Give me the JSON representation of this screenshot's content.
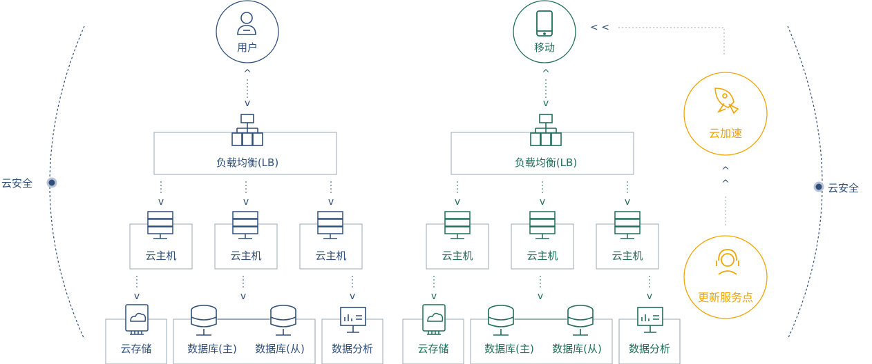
{
  "colors": {
    "blue": "#2f4f7a",
    "green": "#1f6e5a",
    "orange": "#f2a400",
    "frame": "#9aa8b5"
  },
  "left": {
    "top": "用户",
    "lb": "负载均衡(LB)",
    "hosts": [
      "云主机",
      "云主机",
      "云主机"
    ],
    "storage": "云存储",
    "db_main": "数据库(主)",
    "db_slave": "数据库(从)",
    "analysis": "数据分析",
    "top_icon": "user-icon"
  },
  "right": {
    "top": "移动",
    "lb": "负载均衡(LB)",
    "hosts": [
      "云主机",
      "云主机",
      "云主机"
    ],
    "storage": "云存储",
    "db_main": "数据库(主)",
    "db_slave": "数据库(从)",
    "analysis": "数据分析",
    "top_icon": "mobile-phone-icon"
  },
  "accelerate": "云加速",
  "update_points": "更新服务点",
  "security_left": "云安全",
  "security_right": "云安全",
  "arrows": {
    "up": "^",
    "down": "v",
    "left": "< <"
  }
}
